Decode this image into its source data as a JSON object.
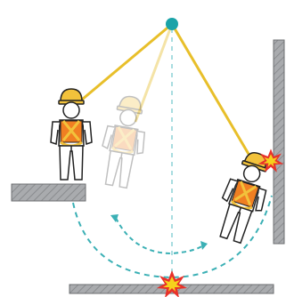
{
  "diagram": {
    "subject": "swing-fall-hazard",
    "colors": {
      "anchor": "#1aa3a8",
      "lanyard": "#e8bf2a",
      "lanyard_faded": "#f4e3a6",
      "swing_path": "#3bb0b5",
      "vertical_guide": "#a8dde0",
      "harness_orange": "#f07f22",
      "harness_strap": "#f2c23b",
      "helmet": "#f2c23b",
      "outline": "#222222",
      "structure_fill": "#a9abae",
      "structure_stroke": "#6d6f72",
      "impact_red": "#e8312a",
      "impact_yellow": "#f6d21c"
    },
    "figures": [
      {
        "role": "worker-standing-on-ledge",
        "state": "before-fall"
      },
      {
        "role": "worker-mid-swing",
        "state": "ghosted"
      },
      {
        "role": "worker-striking-wall",
        "state": "impact"
      }
    ],
    "icons": [
      "anchor-point-icon",
      "impact-burst-icon",
      "hard-hat-icon",
      "harness-icon"
    ]
  }
}
